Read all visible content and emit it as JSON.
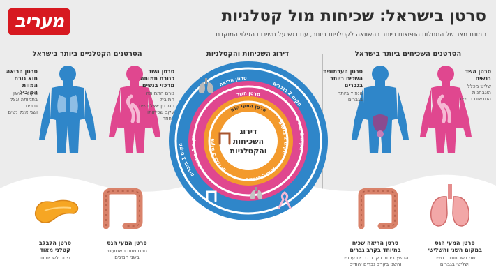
{
  "header": {
    "logo": "מעריב",
    "title": "סרטן בישראל: שכיחות מול קטלניות",
    "subtitle": "תמונת מצב של המחלות הנפוצות ביותר בהשוואה לקטלניות ביותר, עם דגש על חשיבות הגילוי המוקדם"
  },
  "sections": {
    "lethal": "הסרטנים הקטלניים ביותר בישראל",
    "ranking": "דירוג השכיחות והקטלניות",
    "common": "הסרטנים השכיחים ביותר בישראל"
  },
  "lethal": {
    "lung_title": "סרטן הריאה\nחוא גורם המוות\nהמוביל",
    "lung_desc": "מקום ראשון\nבתמותה אצל גברים\nושני אצל נשים",
    "breast_title": "סרטן השד\nכגורם תמותה\nמרכזי בנשים",
    "breast_desc": "גורם התמותה המוביל\nמסרטן אצל נשים\nעקב שכיחותו בחוזח"
  },
  "common": {
    "prostate_title": "סרטן הערמונית\nהשכיח ביותר\nבגברים",
    "prostate_desc": "הנפוץ ביותר\nבגברים",
    "breast_title": "סרטן השד\nבנשים",
    "breast_desc": "שליש מכלל\nהאבחנות\nהחדשות בנשים"
  },
  "bottom": {
    "pancreas_title": "סרטן הלבלב\nקטלני מאוד",
    "pancreas_desc": "ביחס לשכיחותו",
    "colon_left_title": "סרטן המעי הגס",
    "colon_left_desc": "גורם מוות משמעותי\nבשני המינים",
    "colon_right_title": "סרטן הריאה שכיח\nבמיוחד בקרב גברים",
    "colon_right_desc": "הנפוץ ביותר בקרב גברים ערבים\nוהשני בקרב גברים יהודים",
    "lung_right_title": "סרטן המעי הגס\nבמקום השני והשלישי",
    "lung_right_desc": "שני בשכיחותו בנשים\nושלישי בגברים"
  },
  "rings": {
    "outer_top": "מקום 2 בגברים",
    "outer_left": "מקום 1 בגברים",
    "outer_label": "סרטן הריאה",
    "mid_label": "סרטן השד",
    "mid_left": "מקום 1 בנשים",
    "mid_right": "מקום 1 בנשים",
    "inner_label": "סרטן המעי הגס",
    "inner_right": "מקום 2 בנשים",
    "inner_left": "מקום 3 בגברים",
    "inner_bottom": "מקום 2 בגברים",
    "center": "דירוג\nהשכיחות\nוהקטלניות"
  },
  "colors": {
    "blue": "#2f86c9",
    "pink": "#e0478f",
    "orange": "#f39a2d",
    "red": "#d71920",
    "bg": "#ececec"
  }
}
